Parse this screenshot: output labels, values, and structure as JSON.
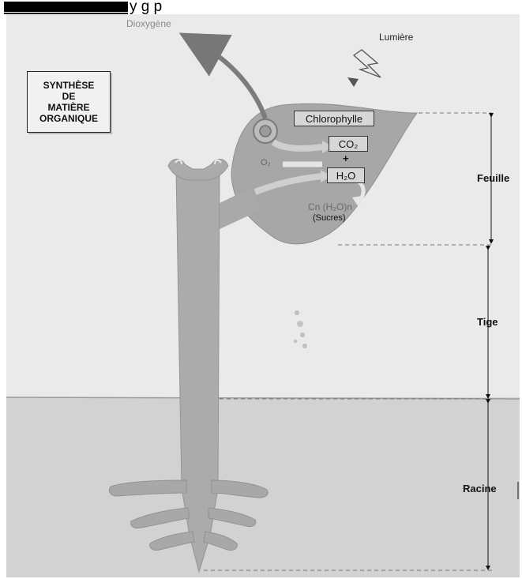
{
  "header": {
    "fragment_text": "y                                          g   p"
  },
  "title": {
    "line1": "SYNTHÈSE",
    "line2": "DE",
    "line3": "MATIÈRE",
    "line4": "ORGANIQUE"
  },
  "labels": {
    "dioxygene": "Dioxygène",
    "lumiere": "Lumière",
    "chlorophylle": "Chlorophylle",
    "co2": "CO₂",
    "plus": "+",
    "h2o": "H₂O",
    "o2": "O₂",
    "sucres_formula": "Cn (H₂O)n",
    "sucres": "(Sucres)"
  },
  "parts": {
    "feuille": "Feuille",
    "tige": "Tige",
    "racine": "Racine"
  },
  "colors": {
    "plant": "#a9a9a9",
    "soil": "#d4d4d4",
    "sky": "#e9e9e9",
    "accent": "#8a8a8a"
  }
}
